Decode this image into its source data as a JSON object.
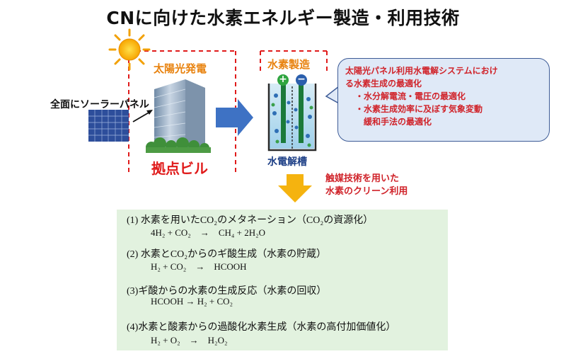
{
  "title": "CNに向けた水素エネルギー製造・利用技術",
  "labels": {
    "solar_power": "太陽光発電",
    "solar_panel": "全面にソーラーパネル",
    "base_building": "拠点ビル",
    "hydrogen_production": "水素製造",
    "electrolyzer": "水電解槽",
    "catalyst_line1": "触媒技術を用いた",
    "catalyst_line2": "水素のクリーン利用"
  },
  "callout": {
    "lines": [
      "太陽光パネル利用水電解システムにおけ",
      "る水素生成の最適化",
      "・水分解電流・電圧の最適化",
      "・水素生成効率に及ぼす気象変動",
      "緩和手法の最適化"
    ]
  },
  "electrodes": {
    "plus": "+",
    "minus": "−"
  },
  "reactions": [
    {
      "title": "(1) 水素を用いたCO₂のメタネーション（CO₂の資源化）",
      "equation": "4H₂ + CO₂　→　CH₄ + 2H₂O"
    },
    {
      "title": "(2) 水素とCO₂からのギ酸生成（水素の貯蔵）",
      "equation": "H₂ + CO₂　→　HCOOH"
    },
    {
      "title": "(3)ギ酸からの水素の生成反応（水素の回収）",
      "equation": "HCOOH → H₂ + CO₂"
    },
    {
      "title": "(4)水素と酸素からの過酸化水素生成（水素の高付加価値化）",
      "equation": "H₂ + O₂　→　H₂O₂"
    }
  ],
  "colors": {
    "accent_orange": "#e8820e",
    "accent_red": "#e01b1b",
    "accent_blue": "#1d3f86",
    "arrow_blue": "#3e72c4",
    "arrow_yellow": "#f5b30f",
    "callout_fill": "#dfe9f7",
    "reaction_box": "#e2f2df"
  }
}
